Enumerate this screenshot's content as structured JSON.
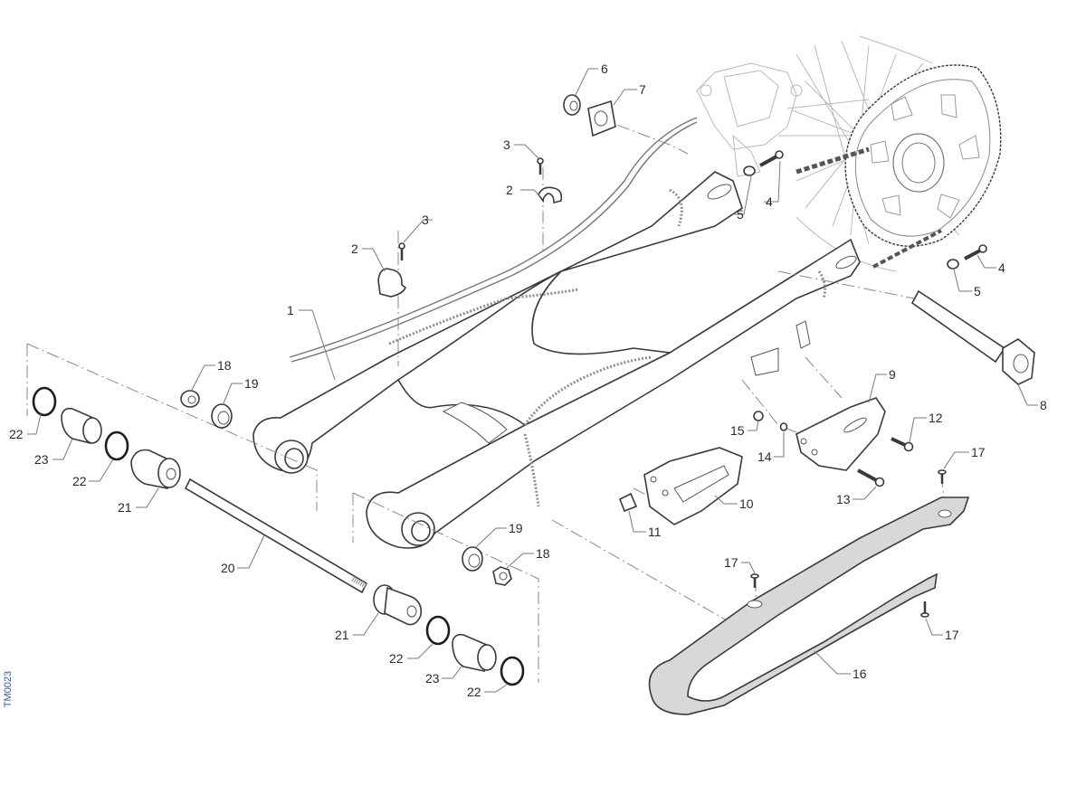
{
  "diagram": {
    "title": "Swingarm assembly exploded view",
    "reference_code": "TM0023",
    "colors": {
      "line": "#3a3a3a",
      "leader": "#7a7a7a",
      "ghost": "#b9b9b9",
      "chain_slider_fill": "#d8d8d8",
      "reference_code": "#2f5b9c"
    },
    "callouts": [
      {
        "id": "c1",
        "label": "1",
        "part": "swingarm"
      },
      {
        "id": "c2a",
        "label": "2",
        "part": "brake-hose-clamp"
      },
      {
        "id": "c2b",
        "label": "2",
        "part": "brake-hose-clamp"
      },
      {
        "id": "c3a",
        "label": "3",
        "part": "clamp-screw"
      },
      {
        "id": "c3b",
        "label": "3",
        "part": "clamp-screw"
      },
      {
        "id": "c4a",
        "label": "4",
        "part": "chain-adjuster-bolt"
      },
      {
        "id": "c4b",
        "label": "4",
        "part": "chain-adjuster-bolt"
      },
      {
        "id": "c5a",
        "label": "5",
        "part": "adjuster-nut"
      },
      {
        "id": "c5b",
        "label": "5",
        "part": "adjuster-nut"
      },
      {
        "id": "c6",
        "label": "6",
        "part": "bushing"
      },
      {
        "id": "c7",
        "label": "7",
        "part": "adjuster-plate"
      },
      {
        "id": "c8",
        "label": "8",
        "part": "wheel-axle"
      },
      {
        "id": "c9",
        "label": "9",
        "part": "chain-guide-bracket"
      },
      {
        "id": "c10",
        "label": "10",
        "part": "chain-guide"
      },
      {
        "id": "c11",
        "label": "11",
        "part": "spacer"
      },
      {
        "id": "c12",
        "label": "12",
        "part": "screw"
      },
      {
        "id": "c13",
        "label": "13",
        "part": "screw"
      },
      {
        "id": "c14",
        "label": "14",
        "part": "washer"
      },
      {
        "id": "c15",
        "label": "15",
        "part": "nut"
      },
      {
        "id": "c16",
        "label": "16",
        "part": "chain-slider"
      },
      {
        "id": "c17a",
        "label": "17",
        "part": "slider-screw"
      },
      {
        "id": "c17b",
        "label": "17",
        "part": "slider-screw"
      },
      {
        "id": "c17c",
        "label": "17",
        "part": "slider-screw"
      },
      {
        "id": "c18a",
        "label": "18",
        "part": "pivot-nut"
      },
      {
        "id": "c18b",
        "label": "18",
        "part": "pivot-nut"
      },
      {
        "id": "c19a",
        "label": "19",
        "part": "washer"
      },
      {
        "id": "c19b",
        "label": "19",
        "part": "washer"
      },
      {
        "id": "c20",
        "label": "20",
        "part": "pivot-shaft"
      },
      {
        "id": "c21a",
        "label": "21",
        "part": "bushing-sleeve"
      },
      {
        "id": "c21b",
        "label": "21",
        "part": "bushing-sleeve"
      },
      {
        "id": "c22a",
        "label": "22",
        "part": "seal-ring"
      },
      {
        "id": "c22b",
        "label": "22",
        "part": "seal-ring"
      },
      {
        "id": "c22c",
        "label": "22",
        "part": "seal-ring"
      },
      {
        "id": "c22d",
        "label": "22",
        "part": "seal-ring"
      },
      {
        "id": "c23a",
        "label": "23",
        "part": "needle-bearing"
      },
      {
        "id": "c23b",
        "label": "23",
        "part": "needle-bearing"
      }
    ]
  }
}
